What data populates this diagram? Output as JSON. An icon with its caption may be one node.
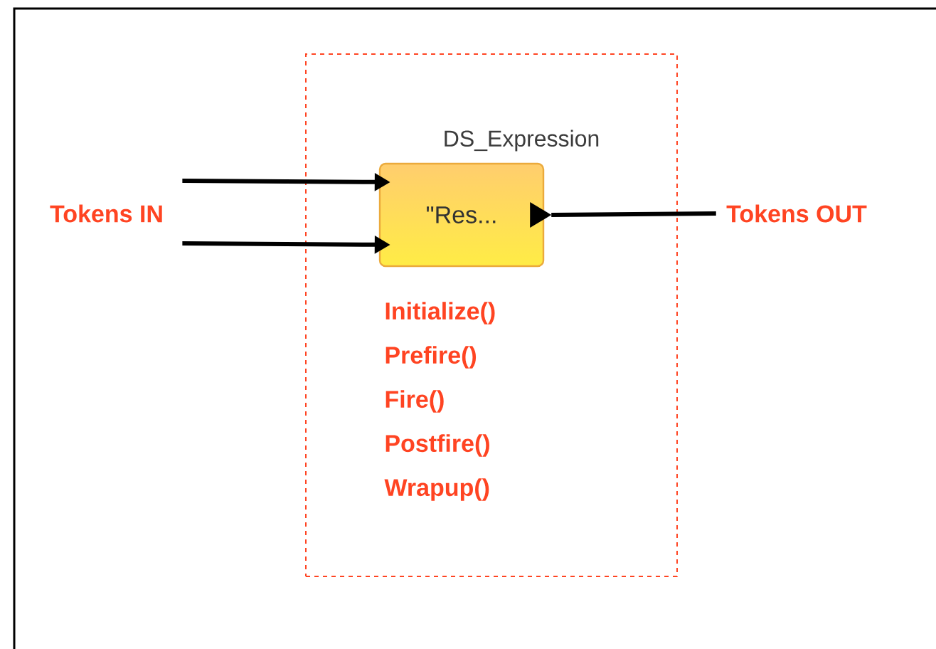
{
  "diagram": {
    "nodes": [
      {
        "text": [],
        "shape": "box"
      },
      {
        "text": [
          "DS_Expression",
          "\"Res..."
        ],
        "in": 0
      },
      {
        "text": [
          "Tokens IN"
        ]
      },
      {
        "text": [
          "Tokens OUT"
        ]
      }
    ],
    "edges": [
      {
        "from": 2,
        "to": 1,
        "arrow": "to"
      },
      {
        "from": 2,
        "to": 1,
        "arrow": "to"
      },
      {
        "from": 1,
        "to": 3,
        "arrow": "none"
      }
    ],
    "labels": [
      "Initialize()",
      "Prefire()",
      "Fire()",
      "Postfire()",
      "Wrapup()"
    ]
  }
}
